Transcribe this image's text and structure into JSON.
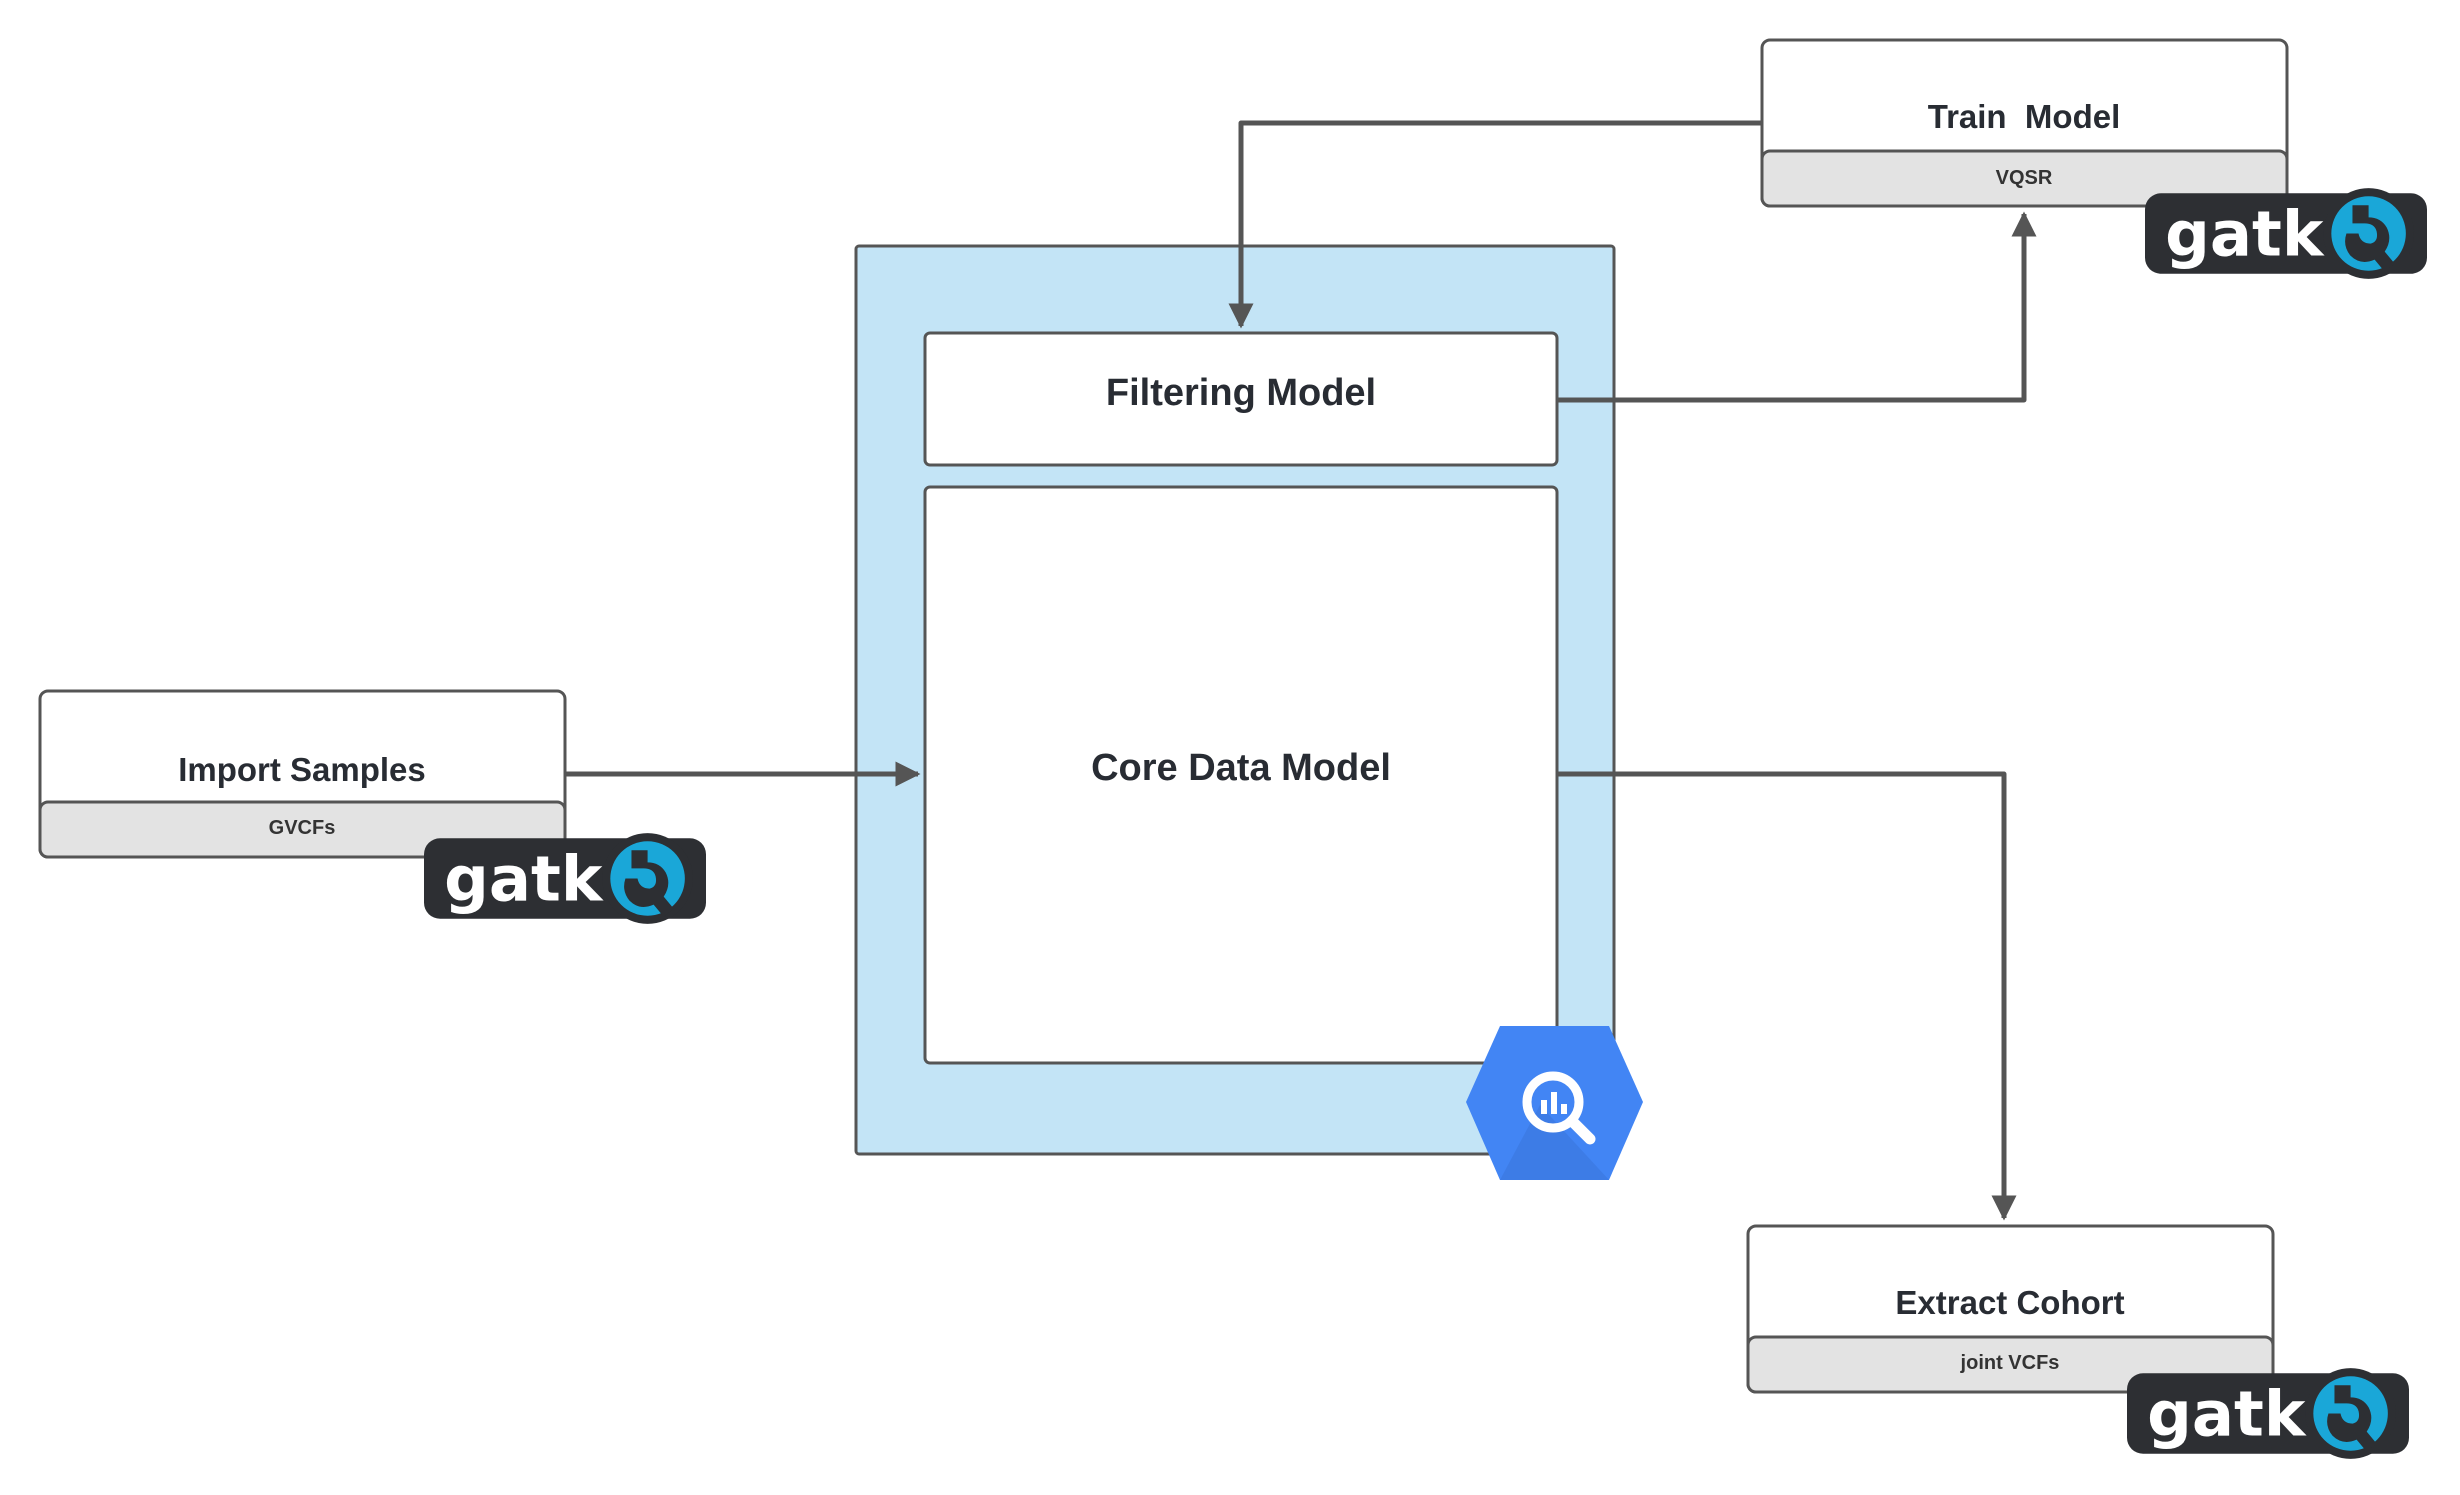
{
  "diagram": {
    "container": {
      "fill_color": "#c3e4f6"
    },
    "nodes": {
      "import_samples": {
        "title": "Import Samples",
        "subtitle": "GVCFs"
      },
      "train_model": {
        "title": "Train  Model",
        "subtitle": "VQSR"
      },
      "extract_cohort": {
        "title": "Extract Cohort",
        "subtitle": "joint VCFs"
      },
      "filtering_model": {
        "title": "Filtering Model"
      },
      "core_data_model": {
        "title": "Core Data Model"
      }
    },
    "badges": {
      "gatk_label": "gatk",
      "gatk_bg_color": "#2d2f33",
      "gatk_accent_color": "#1aa7d8",
      "bigquery_icon": "bigquery-icon",
      "bigquery_color": "#4285f4"
    },
    "edges": [
      {
        "from": "Import Samples",
        "to": "Core Data Model"
      },
      {
        "from": "Train  Model",
        "to": "Filtering Model"
      },
      {
        "from": "Filtering Model",
        "to": "Train  Model"
      },
      {
        "from": "Core Data Model",
        "to": "Extract Cohort"
      }
    ]
  }
}
